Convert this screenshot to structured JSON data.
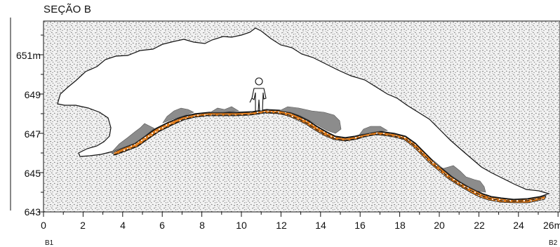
{
  "section_title": "SEÇÃO B",
  "x_axis": {
    "ticks": [
      "0",
      "2",
      "4",
      "6",
      "8",
      "10",
      "12",
      "14",
      "16",
      "18",
      "20",
      "22",
      "24",
      "26m"
    ]
  },
  "y_axis": {
    "ticks": [
      "651m",
      "649",
      "647",
      "645",
      "643"
    ]
  },
  "endpoints": {
    "left": "B1",
    "right": "B2"
  },
  "colors": {
    "rock": "#c9c9c9",
    "stalagmite": "#8c8c8c",
    "sediment": "#e07b1a",
    "outline": "#111111"
  },
  "legend_elements": [
    "rock-mass",
    "cave-void",
    "sediment-layer",
    "speleothem-deposits",
    "human-scale-figure"
  ]
}
